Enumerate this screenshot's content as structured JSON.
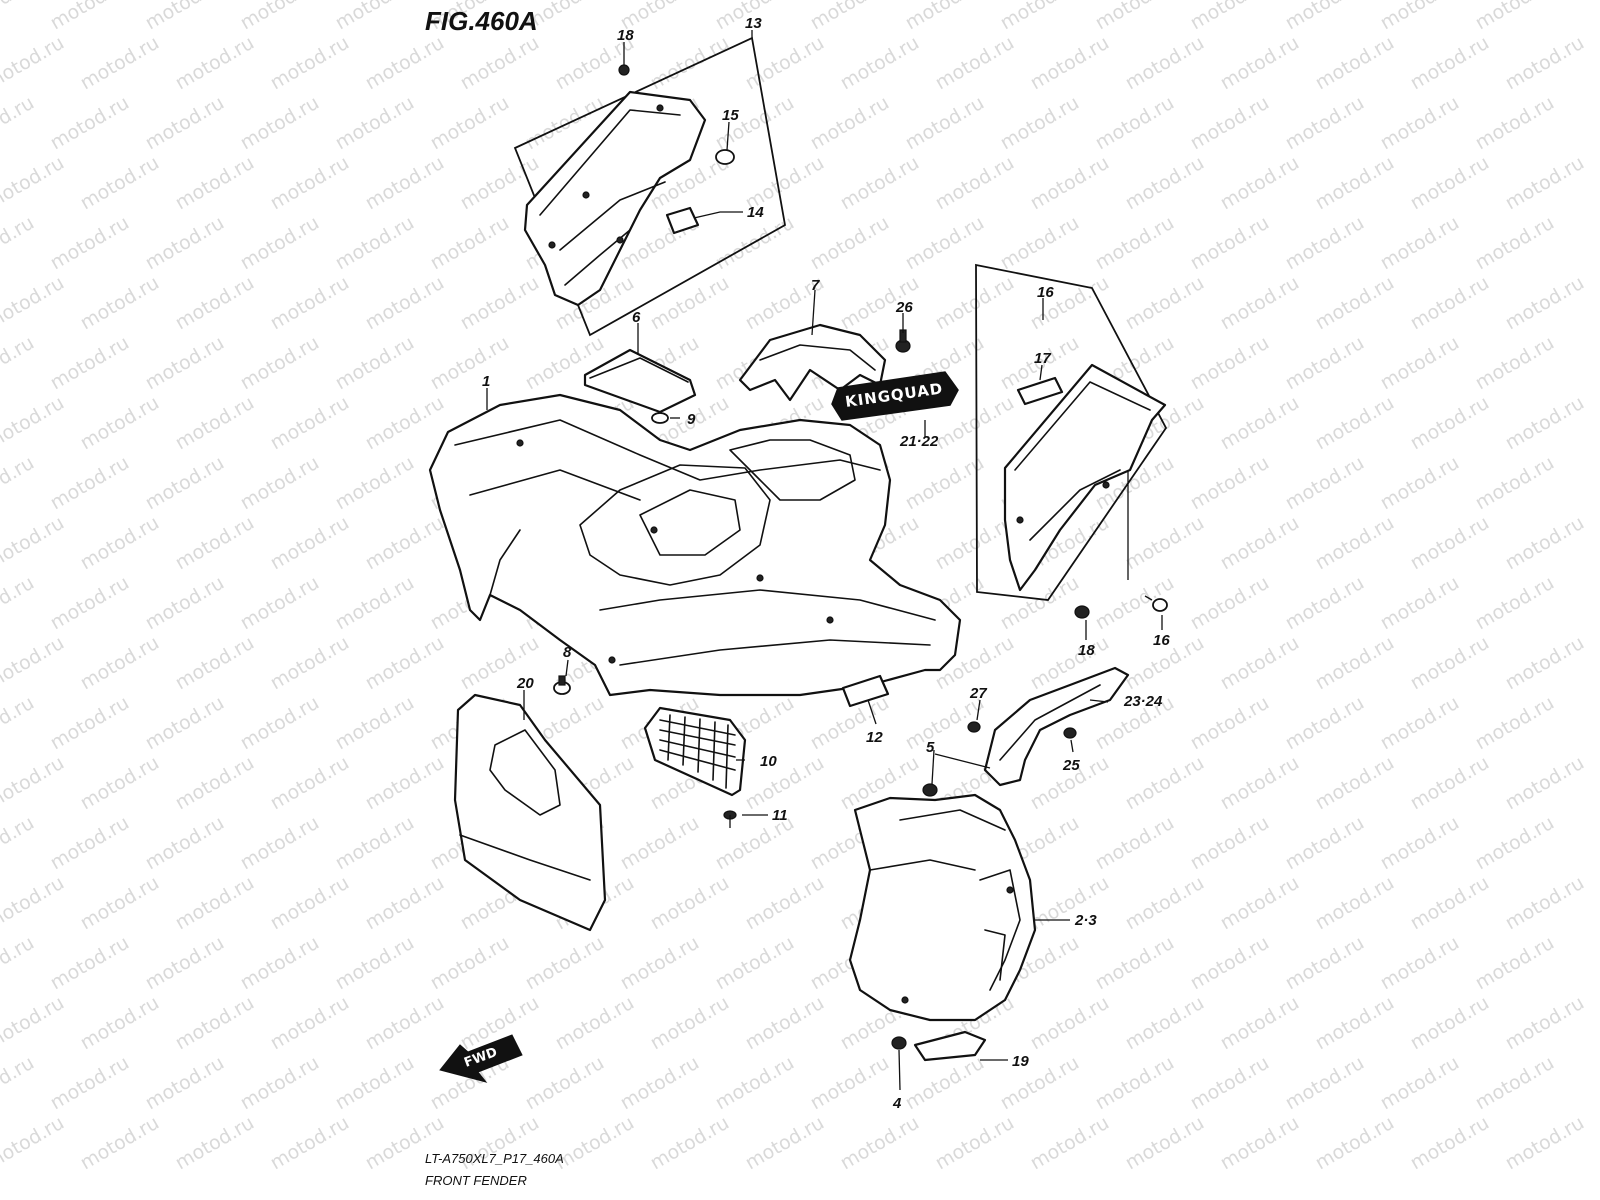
{
  "figure": {
    "title": "FIG.460A",
    "model_code": "LT-A750XL7_P17_460A",
    "caption": "FRONT FENDER"
  },
  "watermark": "motod.ru",
  "badge_text": "KINGQUAD",
  "direction_label": "FWD",
  "callouts": {
    "c1": "1",
    "c2_3": "2·3",
    "c4": "4",
    "c5": "5",
    "c6": "6",
    "c7": "7",
    "c8": "8",
    "c9": "9",
    "c10": "10",
    "c11": "11",
    "c12": "12",
    "c13": "13",
    "c14": "14",
    "c15": "15",
    "c16_box": "16",
    "c16_bolt": "16",
    "c17": "17",
    "c18_top": "18",
    "c18_right": "18",
    "c19": "19",
    "c20": "20",
    "c21_22": "21·22",
    "c23_24": "23·24",
    "c25": "25",
    "c26": "26",
    "c27": "27"
  },
  "icons": {
    "fwd_arrow": "fwd-arrow-icon"
  }
}
